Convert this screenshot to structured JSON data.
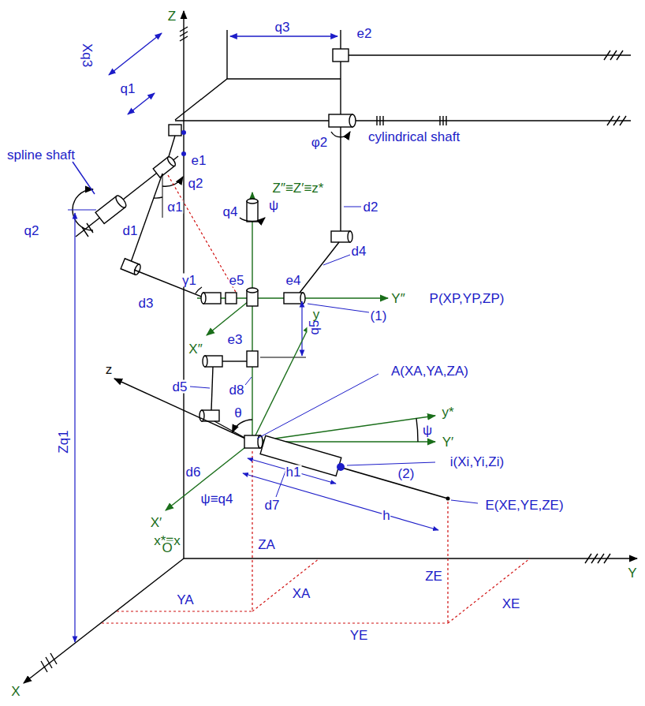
{
  "diagram": {
    "labels": [
      "Z",
      "Xq3",
      "q3",
      "e2",
      "q1",
      "e1",
      "φ2",
      "cylindrical shaft",
      "spline shaft",
      "q2",
      "q2",
      "α1",
      "d1",
      "d2",
      "Z″≡Z′≡z*",
      "q4",
      "ψ",
      "d4",
      "γ1",
      "e5",
      "e4",
      "Y″",
      "P(XP,YP,ZP)",
      "d3",
      "(1)",
      "e3",
      "q5",
      "z",
      "X″",
      "y",
      "d8",
      "A(XA,YA,ZA)",
      "θ",
      "h",
      "h1",
      "y*",
      "ψ",
      "d5",
      "Y′",
      "i(Xi,Yi,Zi)",
      "d6",
      "ψ≡q4",
      "d7",
      "X′",
      "x*≡x",
      "(2)",
      "E(XE,YE,ZE)",
      "Zq1",
      "ZA",
      "ZE",
      "O",
      "Y",
      "YA",
      "XA",
      "YE",
      "XE",
      "X"
    ]
  }
}
